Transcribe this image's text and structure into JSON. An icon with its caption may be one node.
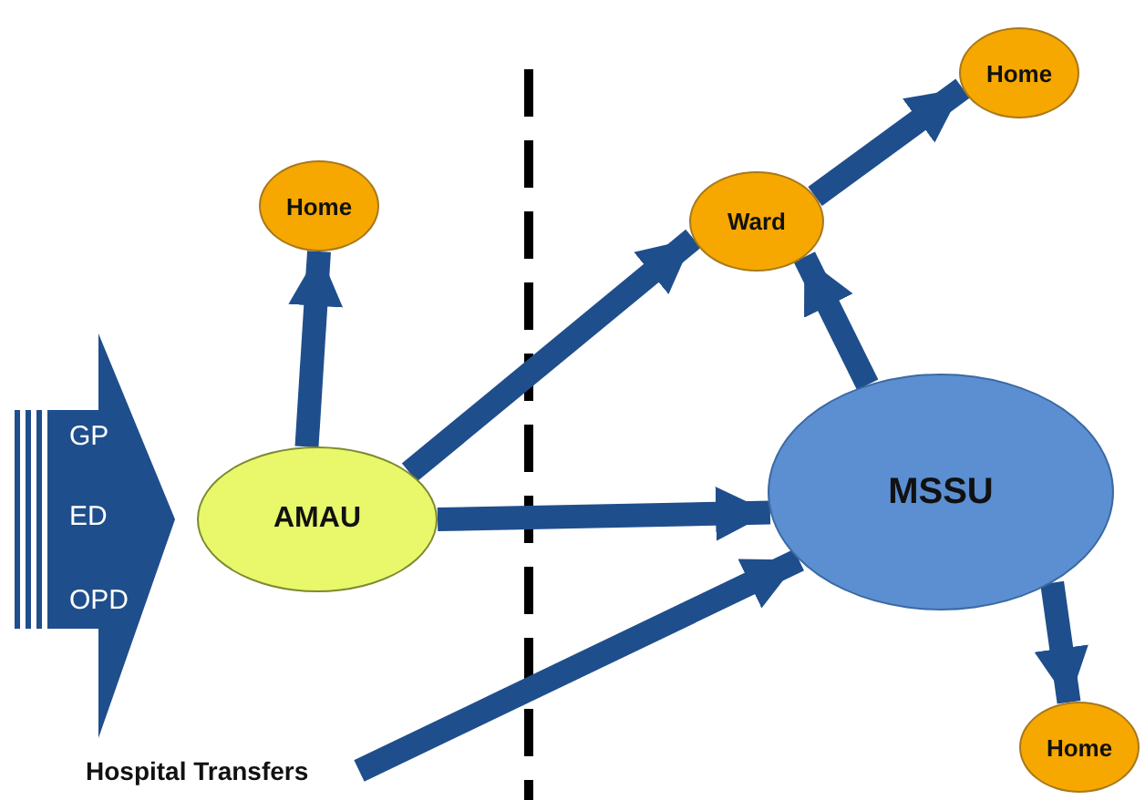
{
  "diagram": {
    "nodes": [
      {
        "text": [
          "GP",
          "ED",
          "OPD"
        ]
      },
      {
        "text": [
          "AMAU"
        ]
      },
      {
        "text": [
          "Home"
        ]
      },
      {
        "text": [
          "Ward"
        ]
      },
      {
        "text": [
          "Home"
        ]
      },
      {
        "text": [
          "MSSU"
        ]
      },
      {
        "text": [
          "Home"
        ]
      },
      {
        "text": [
          "Hospital Transfers"
        ]
      }
    ],
    "edges": [
      {
        "from": 1,
        "to": 2,
        "arrow": "to"
      },
      {
        "from": 1,
        "to": 3,
        "arrow": "to"
      },
      {
        "from": 1,
        "to": 5,
        "arrow": "to"
      },
      {
        "from": 7,
        "to": 5,
        "arrow": "to"
      },
      {
        "from": 5,
        "to": 3,
        "arrow": "to"
      },
      {
        "from": 3,
        "to": 4,
        "arrow": "to"
      },
      {
        "from": 5,
        "to": 6,
        "arrow": "to"
      }
    ]
  }
}
